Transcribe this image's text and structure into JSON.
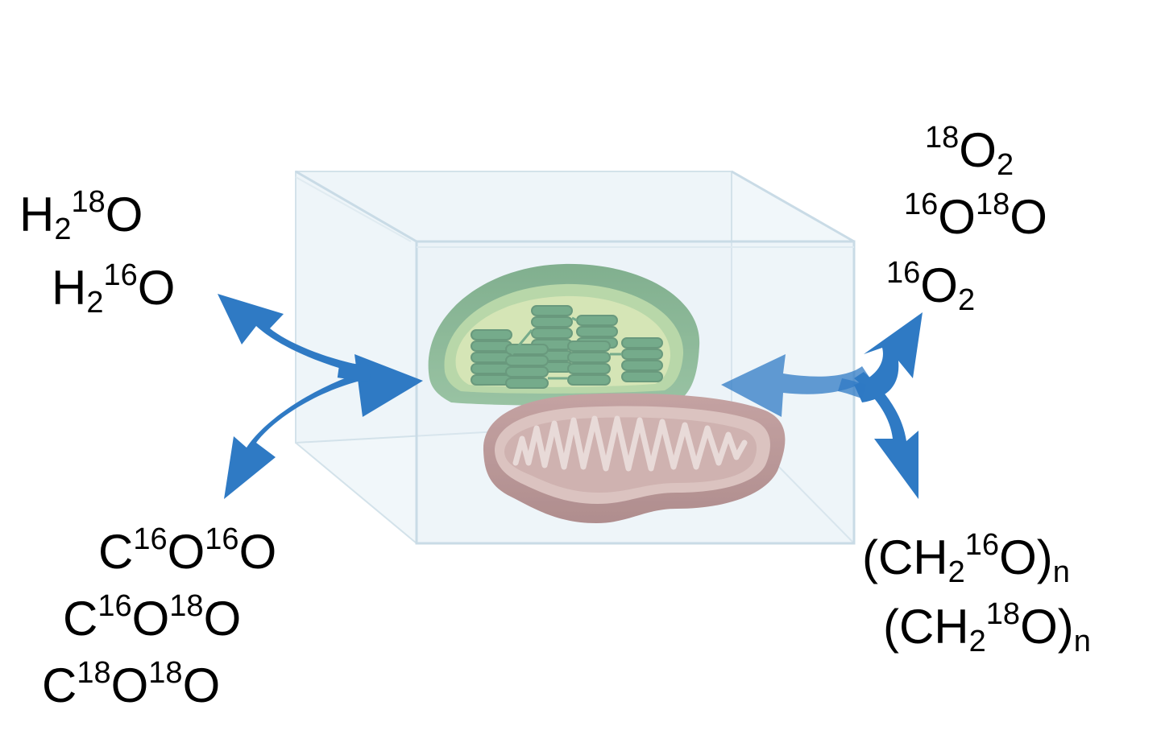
{
  "colors": {
    "arrow": "#2f7ac4",
    "box_edge": "#c9dbe6",
    "box_fill": "#eef5f9",
    "chloroplast_outer": "#6fa778",
    "chloroplast_inner": "#c7dc93",
    "thylakoid": "#4f9467",
    "mitochondrion_outer": "#a87775",
    "mitochondrion_inner": "#c79e98",
    "text": "#000000"
  },
  "icons": [
    "chloroplast-icon",
    "mitochondrion-icon",
    "glass-chamber-icon",
    "double-headed-arrow-icon"
  ],
  "left_top": {
    "water_18": {
      "el": "H",
      "sub1": "2",
      "sup1": "18",
      "el2": "O"
    },
    "water_16": {
      "el": "H",
      "sub1": "2",
      "sup1": "16",
      "el2": "O"
    }
  },
  "left_bottom": {
    "co2_16_16": {
      "el": "C",
      "sup1": "16",
      "el2": "O",
      "sup2": "16",
      "el3": "O"
    },
    "co2_16_18": {
      "el": "C",
      "sup1": "16",
      "el2": "O",
      "sup2": "18",
      "el3": "O"
    },
    "co2_18_18": {
      "el": "C",
      "sup1": "18",
      "el2": "O",
      "sup2": "18",
      "el3": "O"
    }
  },
  "right_top": {
    "o2_18": {
      "sup1": "18",
      "el": "O",
      "sub1": "2"
    },
    "o2_16_18": {
      "sup1": "16",
      "el": "O",
      "sup2": "18",
      "el2": "O"
    },
    "o2_16": {
      "sup1": "16",
      "el": "O",
      "sub1": "2"
    }
  },
  "right_bottom": {
    "carb_16": {
      "open": "(CH",
      "sub1": "2",
      "sup1": "16",
      "close": "O)",
      "sub2": "n"
    },
    "carb_18": {
      "open": "(CH",
      "sub1": "2",
      "sup1": "18",
      "close": "O)",
      "sub2": "n"
    }
  }
}
